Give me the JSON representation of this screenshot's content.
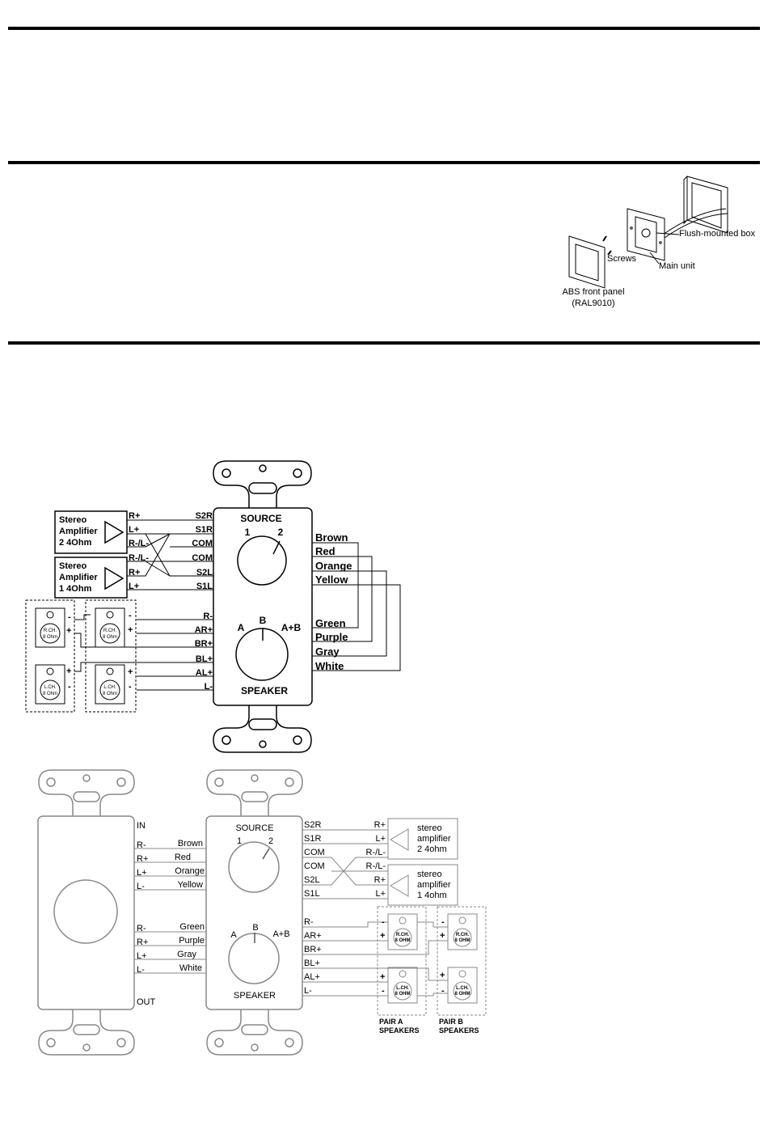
{
  "install": {
    "flush_box": "Flush-mounted box",
    "screws": "Screws",
    "main_unit": "Main unit",
    "front_panel": "ABS front panel",
    "front_panel_ral": "(RAL9010)"
  },
  "diagram1": {
    "amp2": [
      "Stereo",
      "Amplifier",
      "2  4Ohm"
    ],
    "amp1": [
      "Stereo",
      "Amplifier",
      "1  4Ohm"
    ],
    "amp2_terms": [
      "R+",
      "L+",
      "R-/L-"
    ],
    "amp1_terms": [
      "R-/L-",
      "R+",
      "L+"
    ],
    "source_terms": [
      "S2R",
      "S1R",
      "COM",
      "COM",
      "S2L",
      "S1L"
    ],
    "speaker_terms": [
      "R-",
      "AR+",
      "BR+",
      "BL+",
      "AL+",
      "L-"
    ],
    "source_label": "SOURCE",
    "source_pos": [
      "1",
      "2"
    ],
    "speaker_label": "SPEAKER",
    "speaker_pos": [
      "A",
      "B",
      "A+B"
    ],
    "wires_top": [
      "Brown",
      "Red",
      "Orange",
      "Yellow"
    ],
    "wires_bottom": [
      "Green",
      "Purple",
      "Gray",
      "White"
    ],
    "spk_r": [
      "R.CH.",
      "8 Ohm"
    ],
    "spk_l": [
      "L.CH.",
      "8 Ohm"
    ],
    "plus": "+",
    "minus": "-"
  },
  "diagram2": {
    "in_label": "IN",
    "out_label": "OUT",
    "in_terms": [
      "R-",
      "R+",
      "L+",
      "L-"
    ],
    "in_colors": [
      "Brown",
      "Red",
      "Orange",
      "Yellow"
    ],
    "out_terms": [
      "R-",
      "R+",
      "L+",
      "L-"
    ],
    "out_colors": [
      "Green",
      "Purple",
      "Gray",
      "White"
    ],
    "source_label": "SOURCE",
    "source_pos": [
      "1",
      "2"
    ],
    "speaker_label": "SPEAKER",
    "speaker_pos": [
      "A",
      "B",
      "A+B"
    ],
    "source_terms": [
      "S2R",
      "S1R",
      "COM",
      "COM",
      "S2L",
      "S1L"
    ],
    "speaker_terms": [
      "R-",
      "AR+",
      "BR+",
      "BL+",
      "AL+",
      "L-"
    ],
    "amp2_terms": [
      "R+",
      "L+",
      "R-/L-"
    ],
    "amp1_terms": [
      "R-/L-",
      "R+",
      "L+"
    ],
    "amp2": [
      "stereo",
      "amplifier",
      "2  4ohm"
    ],
    "amp1": [
      "stereo",
      "amplifier",
      "1  4ohm"
    ],
    "spk_r": [
      "R.CH.",
      "8 OHM"
    ],
    "spk_l": [
      "L.CH.",
      "8 OHM"
    ],
    "pair_a": [
      "PAIR A",
      "SPEAKERS"
    ],
    "pair_b": [
      "PAIR B",
      "SPEAKERS"
    ],
    "plus": "+",
    "minus": "-"
  }
}
